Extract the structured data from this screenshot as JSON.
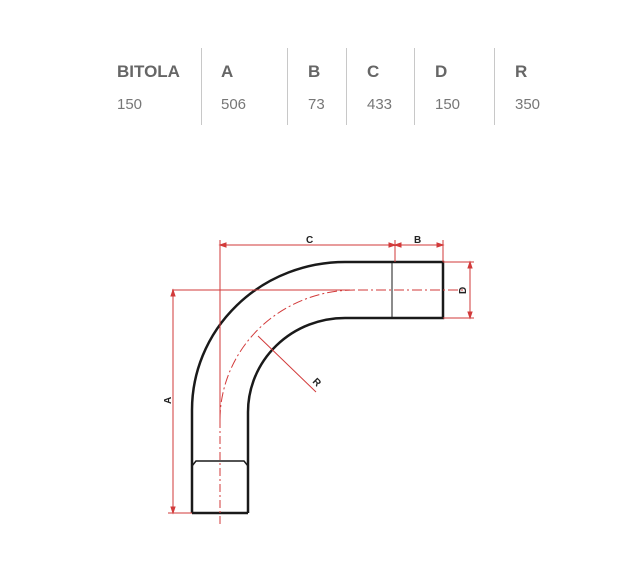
{
  "table": {
    "headers": [
      "BITOLA",
      "A",
      "B",
      "C",
      "D",
      "R"
    ],
    "values": [
      "150",
      "506",
      "73",
      "433",
      "150",
      "350"
    ]
  },
  "diagram": {
    "labels": {
      "a": "A",
      "b": "B",
      "c": "C",
      "d": "D",
      "r": "R"
    },
    "colors": {
      "outline": "#1a1a1a",
      "dimension": "#d23a3a"
    }
  }
}
